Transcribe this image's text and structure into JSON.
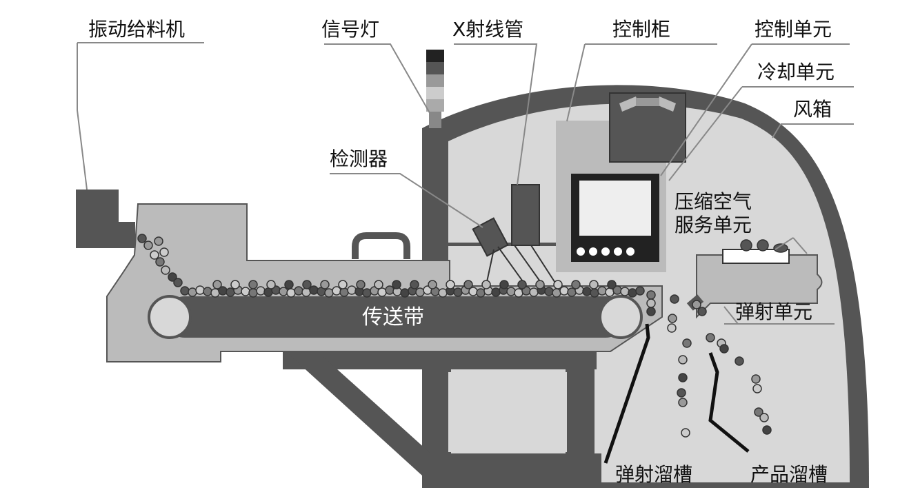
{
  "labels": {
    "vibrating_feeder": "振动给料机",
    "signal_light": "信号灯",
    "xray_tube": "X射线管",
    "control_cabinet": "控制柜",
    "control_unit": "控制单元",
    "cooling_unit": "冷却单元",
    "wind_box": "风箱",
    "detector": "检测器",
    "compressed_air_line1": "压缩空气",
    "compressed_air_line2": "服务单元",
    "ejection_unit": "弹射单元",
    "conveyor_belt": "传送带",
    "reject_chute": "弹射溜槽",
    "product_chute": "产品溜槽"
  },
  "colors": {
    "dark": "#555555",
    "mid": "#bbbbbb",
    "light": "#d8d8d8",
    "screen": "#eeeeee",
    "line": "#888888"
  }
}
